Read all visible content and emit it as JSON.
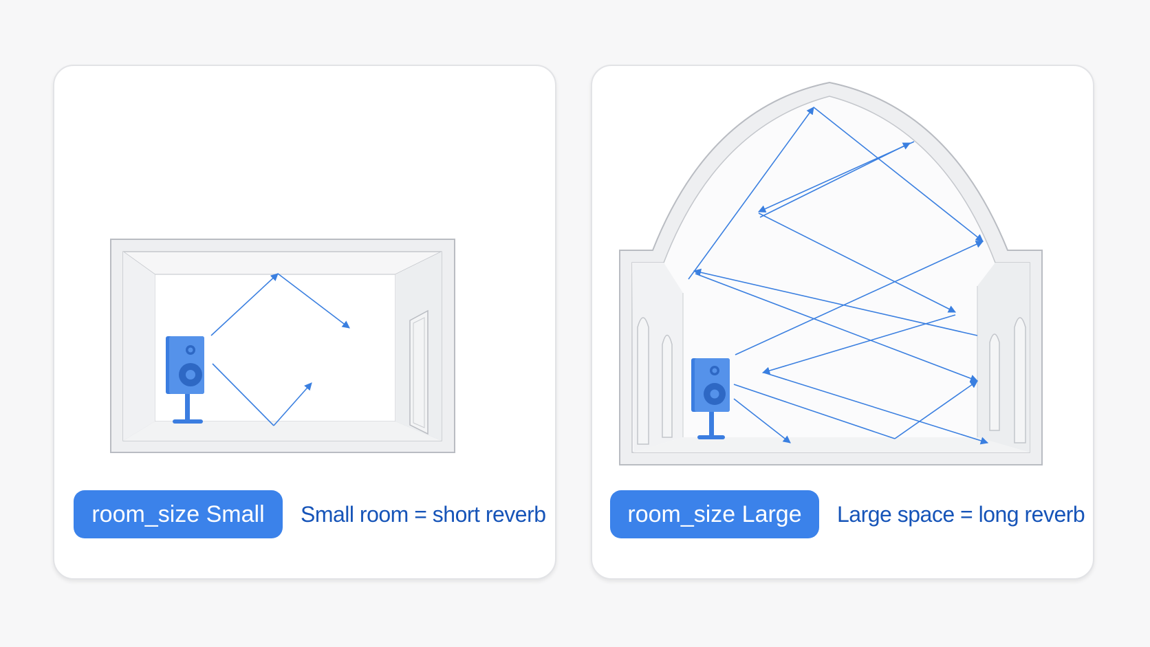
{
  "panels": [
    {
      "id": "small",
      "badge": "room_size Small",
      "caption": "Small room = short reverb"
    },
    {
      "id": "large",
      "badge": "room_size Large",
      "caption": "Large space = long reverb"
    }
  ],
  "colors": {
    "accent": "#3b82ea",
    "caption_text": "#1654b8",
    "ray": "#3a7fe0",
    "speaker": "#3b7de0",
    "wall_stroke": "#b9bcc2",
    "wall_fill": "#eeeff1"
  },
  "icons": [
    "speaker-icon",
    "door-icon",
    "arch-window-icon"
  ]
}
